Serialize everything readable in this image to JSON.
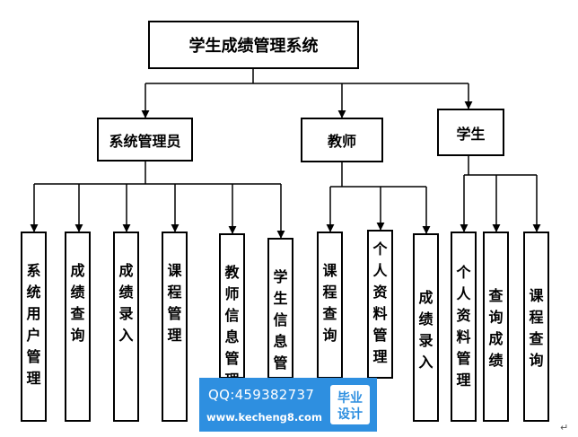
{
  "diagram": {
    "root": "学生成绩管理系统",
    "groups": [
      {
        "label": "系统管理员",
        "children": [
          "系统用户管理",
          "成绩查询",
          "成绩录入",
          "课程管理",
          "教师信息管理",
          "学生信息管理"
        ]
      },
      {
        "label": "教师",
        "children": [
          "课程查询",
          "个人资料管理",
          "成绩录入"
        ]
      },
      {
        "label": "学生",
        "children": [
          "个人资料管理",
          "查询成绩",
          "课程查询"
        ]
      }
    ]
  },
  "watermark": {
    "qq": "QQ:459382737",
    "url": "www.kecheng8.com",
    "badge_line1": "毕业",
    "badge_line2": "设计"
  },
  "paragraph_mark": "↵",
  "colors": {
    "watermark_bg": "#2e8fe0",
    "line": "#000000"
  }
}
